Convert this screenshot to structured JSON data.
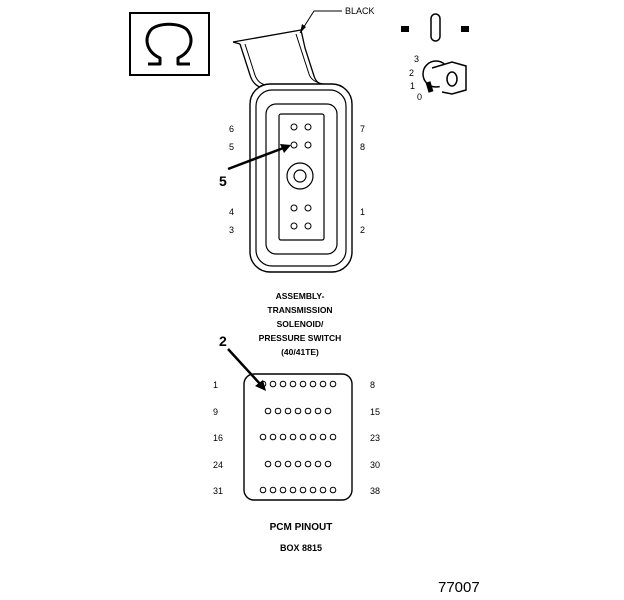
{
  "wire_color_label": "BLACK",
  "symbol_icon": "ohm-icon",
  "ignition_icon": "ignition-key-icon",
  "ignition_positions": [
    "3",
    "2",
    "1",
    "0"
  ],
  "connector_pin_numbers": {
    "left_column": [
      "6",
      "5",
      "4",
      "3"
    ],
    "right_column": [
      "7",
      "8",
      "1",
      "2"
    ]
  },
  "callout_connector": "5",
  "assembly_label": [
    "ASSEMBLY-",
    "TRANSMISSION",
    "SOLENOID/",
    "PRESSURE SWITCH",
    "(40/41TE)"
  ],
  "callout_pcm": "2",
  "pcm_row_numbers": {
    "left": [
      "1",
      "9",
      "16",
      "24",
      "31"
    ],
    "right": [
      "8",
      "15",
      "23",
      "30",
      "38"
    ]
  },
  "pcm_label_line1": "PCM PINOUT",
  "pcm_label_line2": "BOX 8815",
  "figure_number": "77007"
}
